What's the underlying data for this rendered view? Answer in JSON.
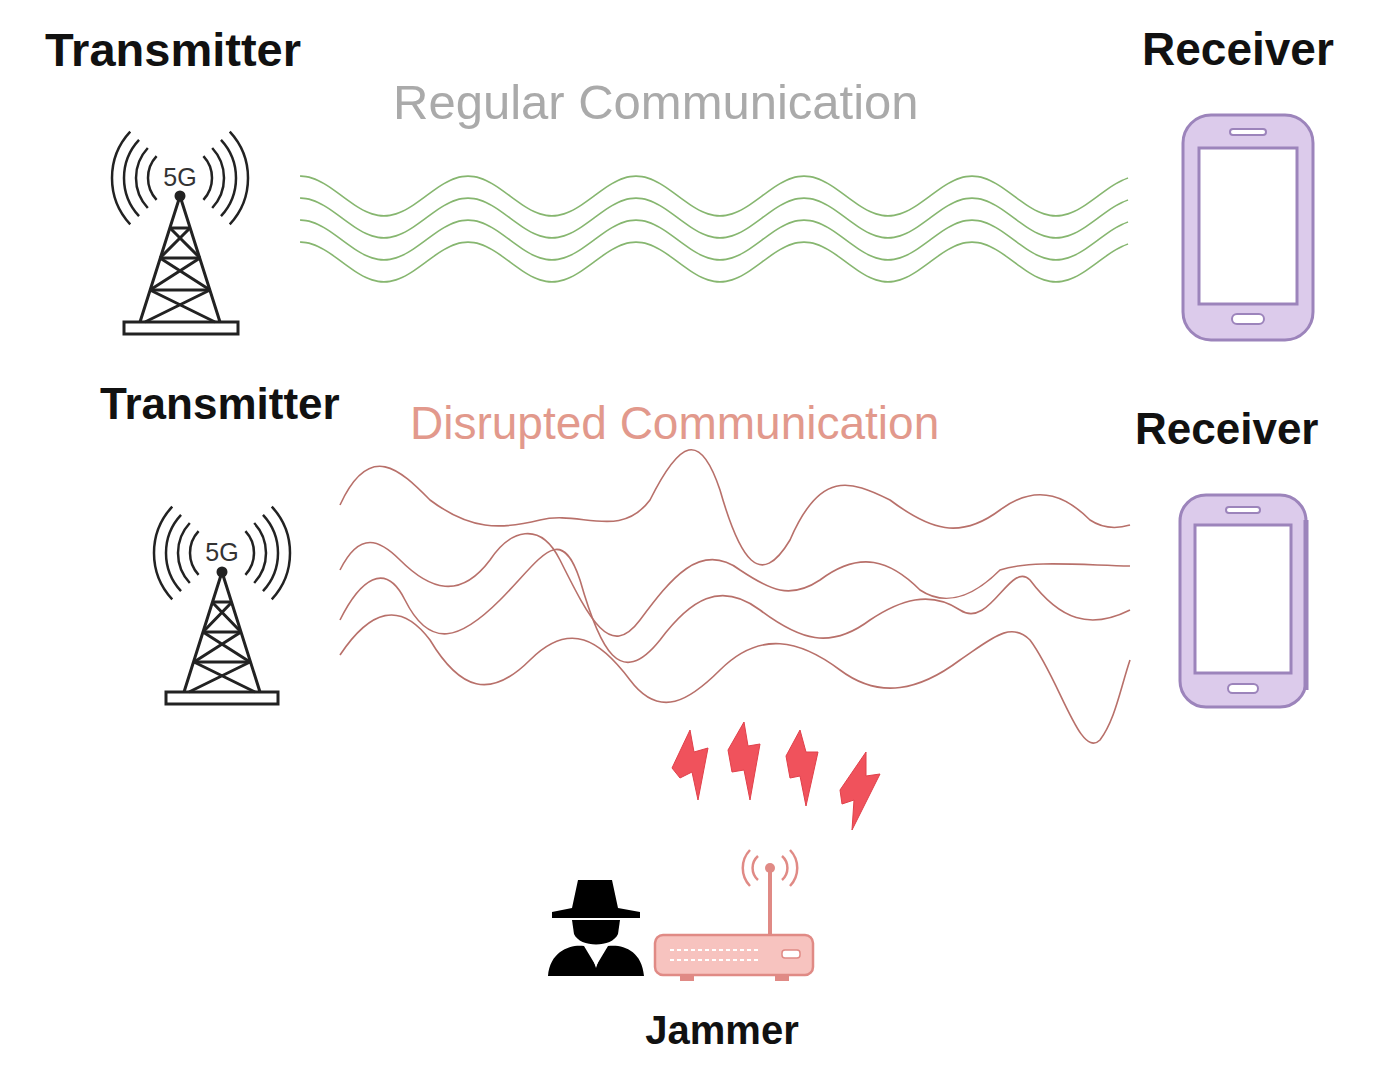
{
  "diagram": {
    "labels": [
      "Transmitter",
      "Regular Communication",
      "Receiver",
      "5G",
      "Transmitter",
      "Disrupted Communication",
      "Receiver",
      "5G",
      "Jammer"
    ]
  }
}
